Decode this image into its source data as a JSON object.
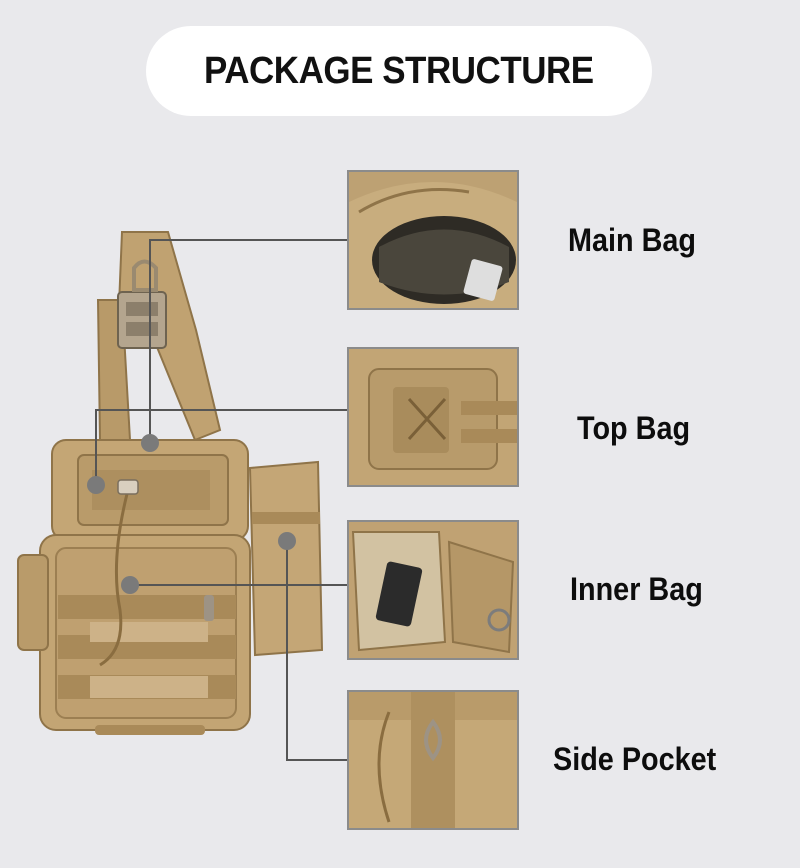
{
  "title": "PACKAGE STRUCTURE",
  "parts": [
    {
      "label": "Main Bag",
      "thumb_icon": "main-bag-interior-photo"
    },
    {
      "label": "Top Bag",
      "thumb_icon": "top-bag-photo"
    },
    {
      "label": "Inner Bag",
      "thumb_icon": "inner-bag-photo"
    },
    {
      "label": "Side Pocket",
      "thumb_icon": "side-pocket-photo"
    }
  ],
  "colors": {
    "background": "#e9e9ec",
    "pill": "#ffffff",
    "fabric": "#c3a574",
    "fabric_dark": "#9c7f52",
    "leader_line": "#555555",
    "marker_dot": "#7a7a7a"
  }
}
